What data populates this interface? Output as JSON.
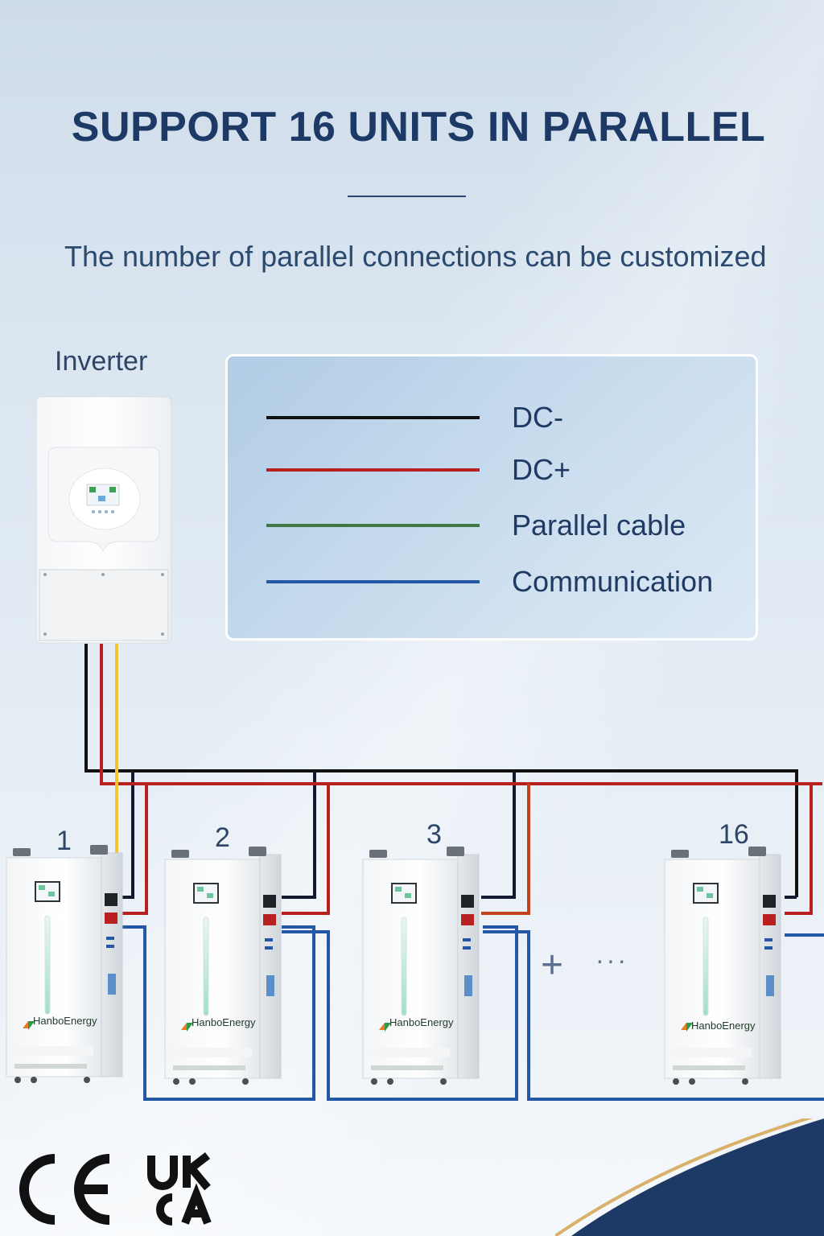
{
  "header": {
    "title": "SUPPORT 16 UNITS IN PARALLEL",
    "subtitle": "The number of parallel connections can be customized"
  },
  "inverter": {
    "label": "Inverter"
  },
  "legend": {
    "items": [
      {
        "label": "DC-",
        "color": "#111111"
      },
      {
        "label": "DC+",
        "color": "#b8211f"
      },
      {
        "label": "Parallel cable",
        "color": "#3f7a45"
      },
      {
        "label": "Communication",
        "color": "#2457a6"
      }
    ]
  },
  "units": [
    {
      "number": "1",
      "brand": "HanboEnergy"
    },
    {
      "number": "2",
      "brand": "HanboEnergy"
    },
    {
      "number": "3",
      "brand": "HanboEnergy"
    },
    {
      "number": "16",
      "brand": "HanboEnergy"
    }
  ],
  "continuation": {
    "plus": "+",
    "dots": "···"
  },
  "certifications": {
    "ce": "CE",
    "ukca_top": "UK",
    "ukca_bottom": "CA"
  },
  "colors": {
    "title": "#1d3a66",
    "dc_neg": "#111111",
    "dc_pos": "#b8211f",
    "comm": "#2457a6",
    "inverter_link": "#f2c530"
  }
}
